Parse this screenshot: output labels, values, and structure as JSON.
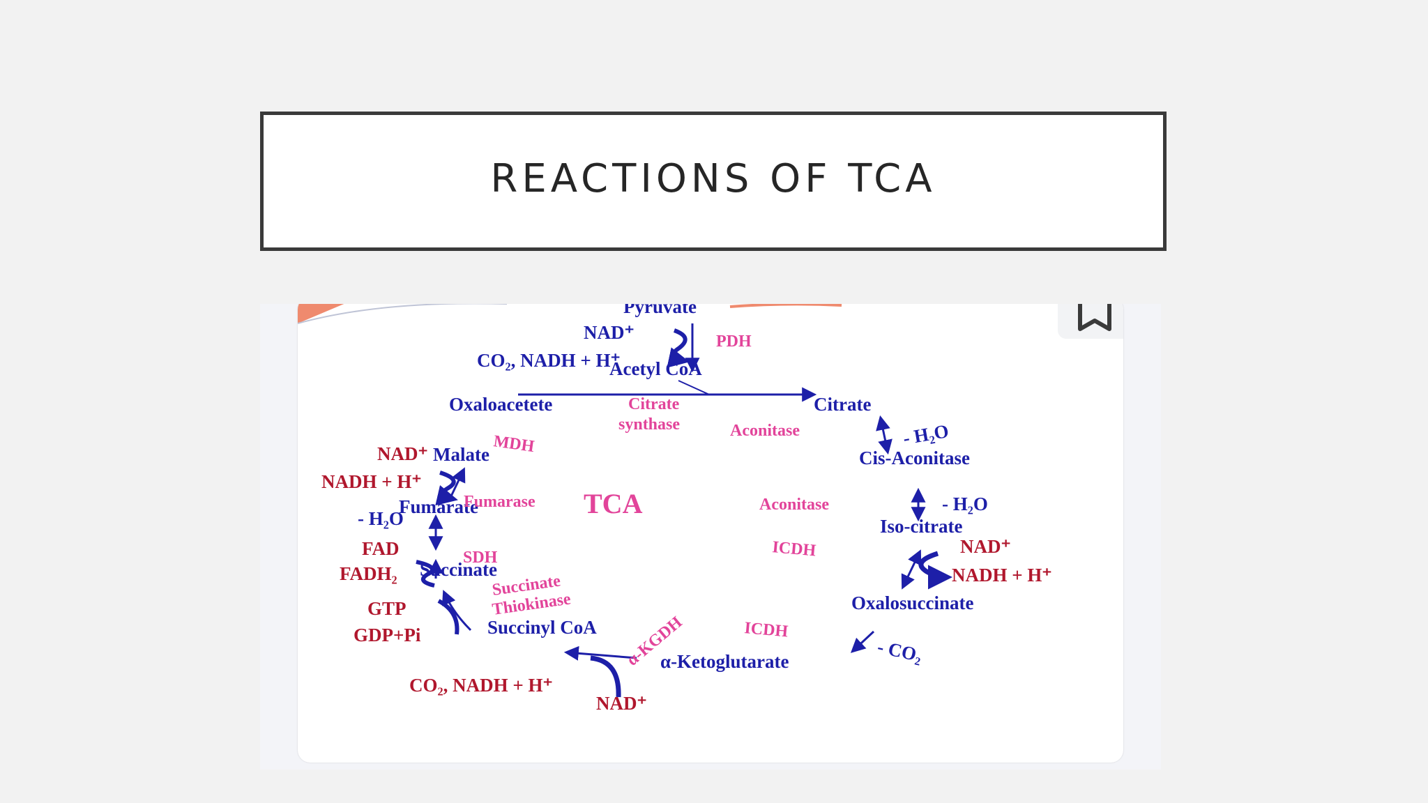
{
  "slide": {
    "title": "REACTIONS OF TCA"
  },
  "diagram": {
    "center_label": "TCA",
    "metabolites": {
      "pyruvate": "Pyruvate",
      "acetyl_coa": "Acetyl CoA",
      "citrate": "Citrate",
      "cis_aconitase": "Cis-Aconitase",
      "iso_citrate": "Iso-citrate",
      "oxalosuccinate": "Oxalosuccinate",
      "ketoglutarate": "α-Ketoglutarate",
      "succinyl_coa": "Succinyl CoA",
      "succinate": "Succinate",
      "fumarate": "Fumarate",
      "malate": "Malate",
      "oxaloacetate": "Oxaloacetete"
    },
    "enzymes": {
      "pdh": "PDH",
      "citrate_synthase_1": "Citrate",
      "citrate_synthase_2": "synthase",
      "aconitase_1": "Aconitase",
      "aconitase_2": "Aconitase",
      "icdh_1": "ICDH",
      "icdh_2": "ICDH",
      "akgdh": "α-KGDH",
      "succ_thiokinase_1": "Succinate",
      "succ_thiokinase_2": "Thiokinase",
      "sdh": "SDH",
      "fumarase": "Fumarase",
      "mdh": "MDH"
    },
    "cofactors": {
      "pdh_nad": "NAD⁺",
      "pdh_products": "CO₂, NADH + H⁺",
      "citrate_water": "- H₂O",
      "iso_water": "- H₂O",
      "icdh_nad": "NAD⁺",
      "icdh_nadh": "NADH + H⁺",
      "icdh_co2": "- CO₂",
      "akgdh_nad": "NAD⁺",
      "akgdh_products": "CO₂, NADH + H⁺",
      "sk_gtp": "GTP",
      "sk_gdp": "GDP+Pi",
      "sdh_fad": "FAD",
      "sdh_fadh2": "FADH₂",
      "fum_water": "- H₂O",
      "mdh_nad": "NAD⁺",
      "mdh_nadh": "NADH + H⁺"
    }
  },
  "colors": {
    "metabolite": "#1d1fa8",
    "cofactor": "#b0172d",
    "enzyme": "#e2449a",
    "arrow": "#1d1fa8",
    "title_border": "#3a3a3a"
  },
  "icons": {
    "bookmark": "bookmark-icon"
  }
}
